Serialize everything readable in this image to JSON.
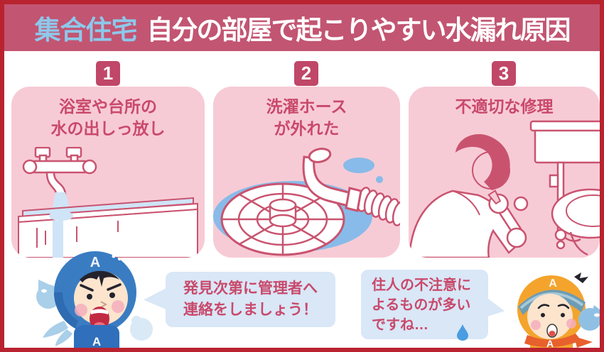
{
  "header": {
    "tag": "集合住宅",
    "title": "自分の部屋で起こりやすい水漏れ原因"
  },
  "panels": [
    {
      "number": "1",
      "title_line1": "浴室や台所の",
      "title_line2": "水の出しっ放し",
      "illustration": "running-faucet-overflowing-bathtub"
    },
    {
      "number": "2",
      "title_line1": "洗濯ホース",
      "title_line2": "が外れた",
      "illustration": "detached-washing-hose-floor-drain"
    },
    {
      "number": "3",
      "title_line1": "不適切な修理",
      "title_line2": "",
      "illustration": "man-repairing-toilet-with-wrench"
    }
  ],
  "speech_bubbles": [
    {
      "speaker": "blue-mascot",
      "line1": "発見次第に管理者へ",
      "line2": "連絡をしましょう！"
    },
    {
      "speaker": "orange-mascot",
      "line1": "住人の不注意に",
      "line2": "よるものが多い",
      "line3": "ですね…"
    }
  ],
  "mascots": [
    {
      "name": "blue-water-mascot",
      "hood_letter": "A",
      "chest_letter": "A"
    },
    {
      "name": "orange-water-mascot",
      "hood_letter": "A",
      "chest_letter": "A"
    }
  ],
  "colors": {
    "frame_red": "#b8232f",
    "header_rose": "#c25572",
    "tag_blue": "#8ec8ea",
    "panel_pink": "#f7cbd6",
    "line_crimson": "#c9536f",
    "text_crimson": "#c9496b",
    "bubble_blue": "#d9e7f7",
    "puddle_blue": "#88bbe9",
    "pale_water_blue": "#cfe4f6"
  }
}
